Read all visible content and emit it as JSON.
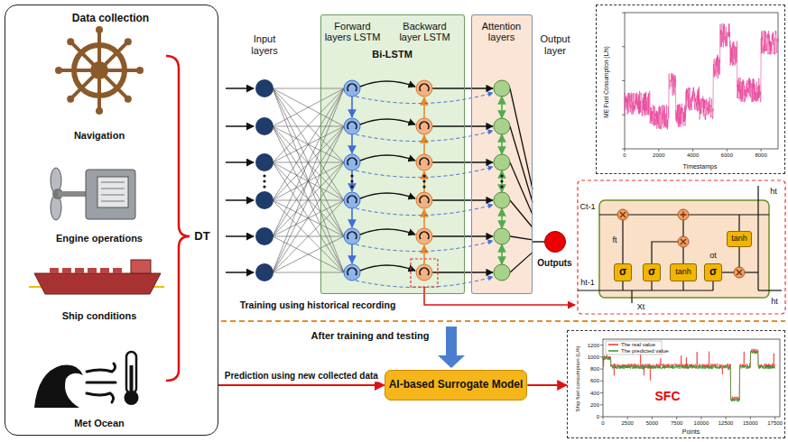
{
  "diagram": {
    "nodes": [
      {
        "text": [
          "Data collection"
        ]
      },
      {
        "text": [
          "Forward layers LSTM",
          "Backward layer LSTM",
          "Bi-LSTM"
        ]
      },
      {
        "text": [
          "Attention layers"
        ]
      },
      {
        "text": [
          "Outputs"
        ]
      },
      {
        "text": [
          "ME Fuel Consumption (L/h)",
          "Timestamps"
        ]
      },
      {
        "text": [
          "σ"
        ]
      },
      {
        "text": [
          "σ"
        ]
      },
      {
        "text": [
          "tanh"
        ]
      },
      {
        "text": [
          "σ"
        ]
      },
      {
        "text": [
          "tanh"
        ]
      },
      {
        "text": [
          "AI-based Surrogate Model"
        ]
      },
      {
        "text": [
          "Ship fuel consumption (L/h)",
          "Points",
          "SFC"
        ]
      }
    ],
    "edges": [
      {
        "from": 2,
        "to": 3,
        "arrow": "none"
      },
      {
        "from": 0,
        "to": 10,
        "label": "Prediction using new collected data",
        "arrow": "to"
      },
      {
        "from": 10,
        "to": 11,
        "arrow": "to"
      }
    ],
    "labels": [
      "Input layers",
      "Output layer",
      "DT",
      "Navigation",
      "Engine operations",
      "Ship conditions",
      "Met Ocean",
      "Training using historical recording",
      "After training and testing",
      "0",
      "2000",
      "4000",
      "6000",
      "8000",
      "0",
      "2500",
      "5000",
      "7500",
      "10000",
      "12500",
      "15000",
      "17500",
      "0",
      "200",
      "400",
      "600",
      "800",
      "1000",
      "1200",
      "Ct-1",
      "ht",
      "ft",
      "ot",
      "ht-1",
      "Xt",
      "ht"
    ],
    "legend": [
      {
        "text": "The real value"
      },
      {
        "text": "The predicted value"
      }
    ]
  }
}
